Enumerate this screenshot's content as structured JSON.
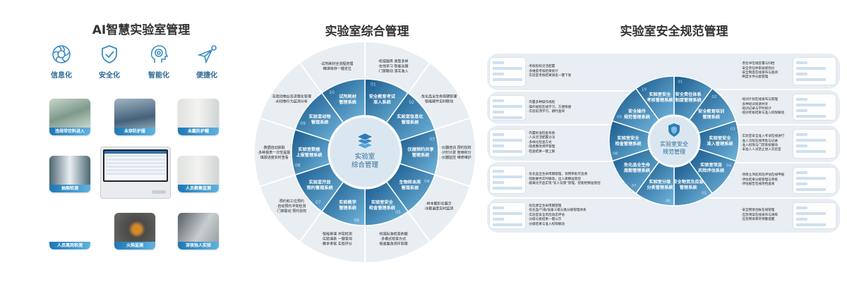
{
  "left": {
    "title": "AI智慧实验室管理",
    "accent": "#3a8cc4",
    "features": [
      {
        "label": "信息化",
        "icon": "aperture-icon"
      },
      {
        "label": "安全化",
        "icon": "shield-check-icon"
      },
      {
        "label": "智能化",
        "icon": "head-brain-icon"
      },
      {
        "label": "便捷化",
        "icon": "paper-plane-icon"
      }
    ],
    "tiles": [
      {
        "label": "违规带饮料进入"
      },
      {
        "label": "未穿防护服"
      },
      {
        "label": "未戴防护帽"
      },
      {
        "label": "抽烟检测"
      },
      {
        "label": "人员聚集监测"
      },
      {
        "label": "人员离岗检测"
      },
      {
        "label": "火焰监测"
      },
      {
        "label": "深夜独人实验"
      }
    ]
  },
  "middle": {
    "title": "实验室综合管理",
    "center": [
      "实验室",
      "综合管理"
    ],
    "segments": [
      {
        "num": "01",
        "name": [
          "安全教育考试",
          "准入系统"
        ],
        "details": [
          "·权威题库  类型多样",
          "·在线学习  智能出题",
          "·门禁联动  落实准入"
        ]
      },
      {
        "num": "02",
        "name": [
          "实验室信息化",
          "管理系统"
        ],
        "details": [
          "·危化品全生命周期管理",
          "·智能硬件实时联动"
        ]
      },
      {
        "num": "03",
        "name": [
          "仪器预约共享",
          "管理系统"
        ],
        "details": [
          "·仪器培训  预约授权",
          "·计时计费  使用积分",
          "·仪器监控  维修维护"
        ]
      },
      {
        "num": "04",
        "name": [
          "生物样本库",
          "管理系统"
        ],
        "details": [
          "·样本图形化展示",
          "·冰箱温度实时监测"
        ]
      },
      {
        "num": "05",
        "name": [
          "实验室安全",
          "检查管理系统"
        ],
        "details": [
          "·权威标准检查依据",
          "·多模式检查方式",
          "·隐患整改闭环管理"
        ]
      },
      {
        "num": "06",
        "name": [
          "实验教学",
          "管理系统"
        ],
        "details": [
          "·智能排课  冲突检测",
          "·实验课表  一键查询",
          "·教学考核  实验评分"
        ]
      },
      {
        "num": "07",
        "name": [
          "实验室开放",
          "预约管理系统"
        ],
        "details": [
          "·预约和工位预约",
          "·自动预约冲突检测",
          "·门禁联动  预约授权"
        ]
      },
      {
        "num": "08",
        "name": [
          "实验室数据",
          "上报管理系统"
        ],
        "details": [
          "·数据自动获取",
          "·多种报表一次性提报",
          "·填报进度实时查看"
        ]
      },
      {
        "num": "09",
        "name": [
          "实验室动物",
          "管理系统"
        ],
        "details": [
          "·实验动物业务流程化管理",
          "·AI动物行为监测分析"
        ]
      },
      {
        "num": "10",
        "name": [
          "试剂耗材",
          "管理系统"
        ],
        "details": [
          "·试剂耗材全流程管理",
          "·精准库存一键定位"
        ]
      }
    ]
  },
  "right": {
    "title": "实验室安全规范管理",
    "center": [
      "实验室安全",
      "规范管理"
    ],
    "segments": [
      {
        "num": "01",
        "name": [
          "安全责任体系",
          "制度管理系统"
        ]
      },
      {
        "num": "02",
        "name": [
          "安全教育培训",
          "管理系统"
        ]
      },
      {
        "num": "03",
        "name": [
          "实验室安全",
          "准入管理系统"
        ]
      },
      {
        "num": "04",
        "name": [
          "实验室项目",
          "风险评估系统"
        ]
      },
      {
        "num": "05",
        "name": [
          "安全物资及应急",
          "管理系统"
        ]
      },
      {
        "num": "06",
        "name": [
          "实验室分级",
          "分类管理系统"
        ]
      },
      {
        "num": "07",
        "name": [
          "危化品全生命",
          "周期管理系统"
        ]
      },
      {
        "num": "08",
        "name": [
          "实验室安全",
          "检查管理系统"
        ]
      },
      {
        "num": "09",
        "name": [
          "安全操作",
          "规范管理系统"
        ]
      },
      {
        "num": "10",
        "name": [
          "实验室安全",
          "考核管理系统"
        ]
      }
    ],
    "left_panels": [
      {
        "bullets": [
          "·考核指标灵活配置",
          "·多维度考核结果统计",
          "·实验室考核结果排名一键下发"
        ]
      },
      {
        "bullets": [
          "·内置多种操作规程",
          "·操作规程在线学习，方便快捷",
          "·实验前须学习，随时查阅"
        ]
      },
      {
        "bullets": [
          "·内置标准检查条款",
          "·人员灵活配置分派",
          "·多样化检查方式",
          "·隐患整改闭环管理",
          "·检查结果一键上报"
        ]
      },
      {
        "bullets": [
          "·危化品全生命周期管理，领用审批可追溯",
          "·智能硬件实时联动，出入库精准管控",
          "·剧毒化学品实现“双人双锁”管理，智能柜精准管控"
        ]
      },
      {
        "bullets": [
          "·危险源全生命周期管理",
          "·危化品/气瓶/设备三级分类分级管理体系",
          "·实验室安全风险动态评估",
          "·分级分类结果一键公示",
          "·分级结果与准入权限联动"
        ]
      }
    ],
    "right_panels": [
      {
        "bullets": [
          "·责任书在线签署与归档",
          "·安全责任体系层级划分",
          "·安全制度在线发布与查阅",
          "·制度文件分类管理"
        ]
      },
      {
        "bullets": [
          "·培训计划在线发布与管理",
          "·多种培训资源共享",
          "·培训记录与学时统计",
          "·培训考核结果与准入权限联动"
        ]
      },
      {
        "bullets": [
          "·实验室安全准入考试在线进行",
          "·准入流程在线审批与记录",
          "·准入权限与门禁系统联动",
          "·未准入人员禁止进入实验室"
        ]
      },
      {
        "bullets": [
          "·项目立项前风险评估在线申报",
          "·评估结果分级管理与审批",
          "·评估报告在线存档查阅"
        ]
      },
      {
        "bullets": [
          "·安全物资台账在线管理",
          "·应急预案在线发布与演练",
          "·应急物资库存预警提醒"
        ]
      }
    ]
  }
}
